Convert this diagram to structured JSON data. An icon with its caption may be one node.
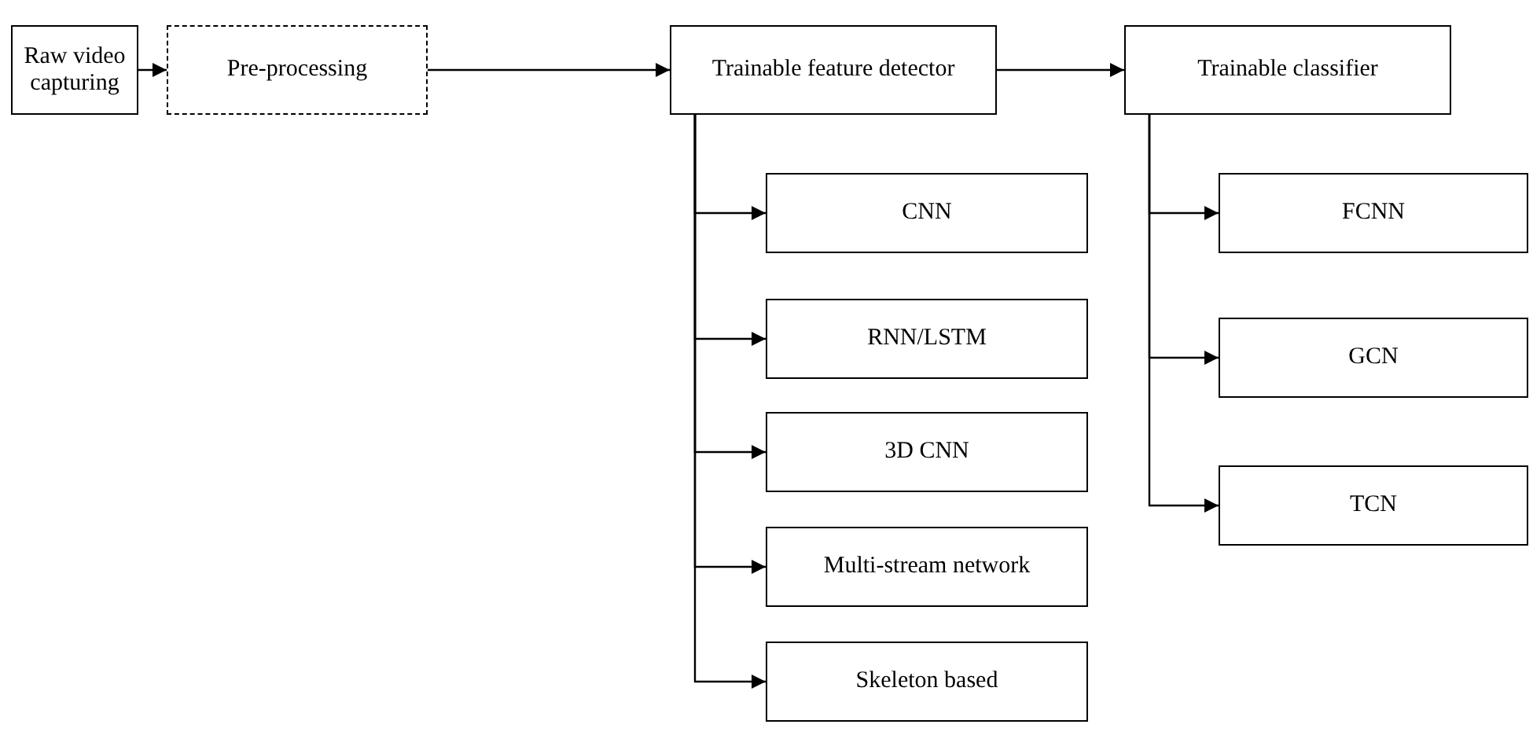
{
  "diagram": {
    "nodes": [
      {
        "text": [
          "Raw video capturing"
        ]
      },
      {
        "text": [
          "Pre-processing"
        ]
      },
      {
        "text": [
          "Trainable feature detector"
        ]
      },
      {
        "text": [
          "Trainable classifier"
        ]
      },
      {
        "text": [
          "CNN"
        ]
      },
      {
        "text": [
          "RNN/LSTM"
        ]
      },
      {
        "text": [
          "3D CNN"
        ]
      },
      {
        "text": [
          "Multi-stream network"
        ]
      },
      {
        "text": [
          "Skeleton based"
        ]
      },
      {
        "text": [
          "FCNN"
        ]
      },
      {
        "text": [
          "GCN"
        ]
      },
      {
        "text": [
          "TCN"
        ]
      }
    ],
    "edges": [
      {
        "from": 0,
        "to": 1,
        "arrow": "to"
      },
      {
        "from": 1,
        "to": 2,
        "arrow": "to"
      },
      {
        "from": 2,
        "to": 3,
        "arrow": "to"
      },
      {
        "from": 2,
        "to": 4,
        "arrow": "to"
      },
      {
        "from": 2,
        "to": 5,
        "arrow": "to"
      },
      {
        "from": 2,
        "to": 6,
        "arrow": "to"
      },
      {
        "from": 2,
        "to": 7,
        "arrow": "to"
      },
      {
        "from": 2,
        "to": 8,
        "arrow": "to"
      },
      {
        "from": 3,
        "to": 9,
        "arrow": "to"
      },
      {
        "from": 3,
        "to": 10,
        "arrow": "to"
      },
      {
        "from": 3,
        "to": 11,
        "arrow": "to"
      }
    ]
  }
}
